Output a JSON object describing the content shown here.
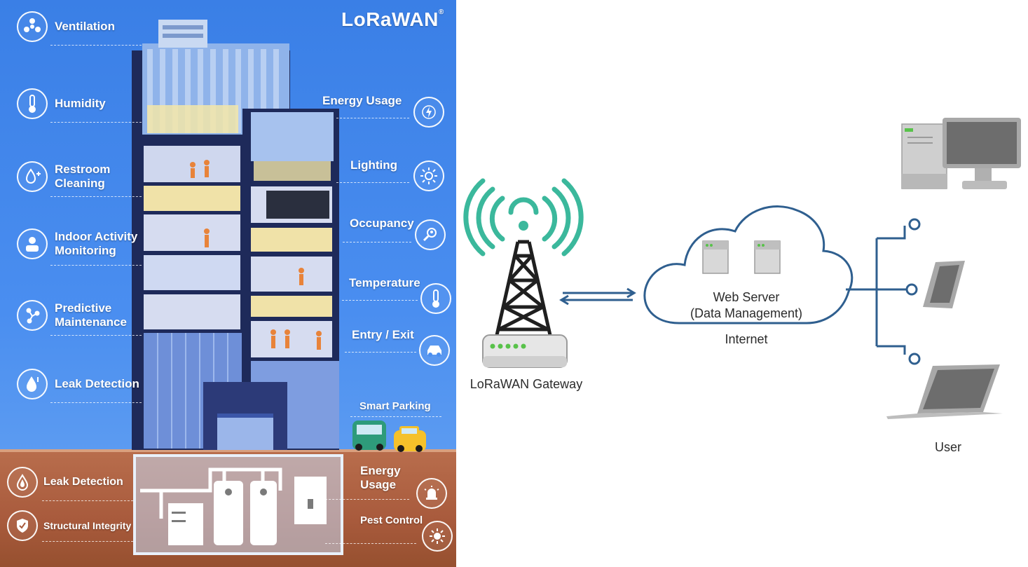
{
  "logo": "LoRaWAN",
  "left_features": [
    {
      "label": "Ventilation",
      "icon": "fan-icon"
    },
    {
      "label": "Humidity",
      "icon": "thermometer-icon"
    },
    {
      "label": "Restroom Cleaning",
      "icon": "water-drop-plus-icon"
    },
    {
      "label": "Indoor Activity Monitoring",
      "icon": "person-icon"
    },
    {
      "label": "Predictive Maintenance",
      "icon": "nodes-icon"
    },
    {
      "label": "Leak Detection",
      "icon": "drop-icon"
    }
  ],
  "right_features": [
    {
      "label": "Energy Usage",
      "icon": "bolt-icon"
    },
    {
      "label": "Lighting",
      "icon": "sun-icon"
    },
    {
      "label": "Occupancy",
      "icon": "search-person-icon"
    },
    {
      "label": "Temperature",
      "icon": "thermometer-icon"
    },
    {
      "label": "Entry / Exit",
      "icon": "car-icon"
    }
  ],
  "smart_parking": "Smart Parking",
  "basement_left": [
    {
      "label": "Leak Detection",
      "icon": "drop-icon"
    },
    {
      "label": "Structural Integrity",
      "icon": "shield-icon"
    }
  ],
  "basement_right": [
    {
      "label": "Energy Usage",
      "icon": "alarm-light-icon"
    },
    {
      "label": "Pest Control",
      "icon": "bug-icon"
    }
  ],
  "diagram": {
    "gateway_label": "LoRaWAN Gateway",
    "server_label_line1": "Web Server",
    "server_label_line2": "(Data Management)",
    "cloud_label": "Internet",
    "user_label": "User"
  },
  "colors": {
    "sky": "#4a8ef0",
    "ground": "#a85a3c",
    "signal": "#3bb89c",
    "line": "#2f5f8f",
    "device_gray": "#a8a8a8"
  }
}
